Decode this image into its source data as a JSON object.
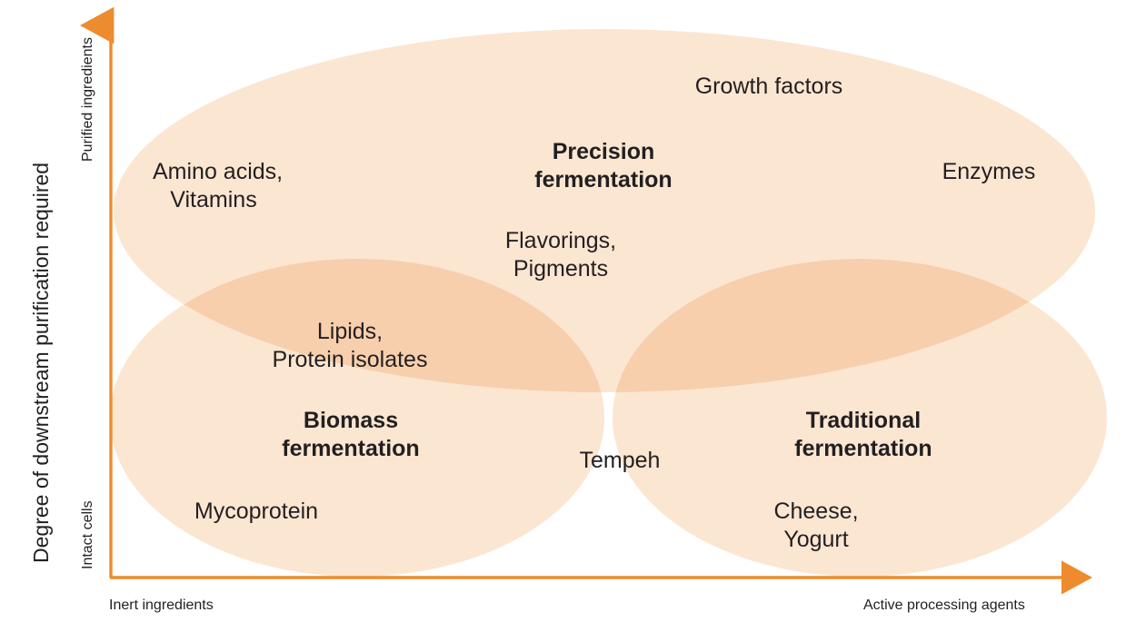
{
  "diagram": {
    "type": "venn-positioning",
    "axes": {
      "y": {
        "title": "Degree of downstream purification required",
        "low_label": "Intact cells",
        "high_label": "Purified ingredients",
        "color": "#ED8B2E",
        "direction": "up"
      },
      "x": {
        "low_label": "Inert ingredients",
        "high_label": "Active processing agents",
        "color": "#ED8B2E",
        "direction": "right"
      }
    },
    "colors": {
      "ellipse_fill": "#FBE6D2",
      "single_overlap": "#FDEFE0",
      "double_overlap": "#F7DFC2",
      "triple_overlap": "#F3D2AC",
      "axis_orange": "#ED8B2E",
      "text": "#231f20",
      "background": "#ffffff"
    },
    "zones": [
      {
        "id": "precision-fermentation",
        "label": "Precision\nfermentation",
        "position": "top",
        "items": [
          "Growth factors",
          "Amino acids,\nVitamins",
          "Enzymes",
          "Flavorings,\nPigments"
        ]
      },
      {
        "id": "biomass-fermentation",
        "label": "Biomass\nfermentation",
        "position": "bottom-left",
        "items": [
          "Mycoprotein"
        ]
      },
      {
        "id": "traditional-fermentation",
        "label": "Traditional\nfermentation",
        "position": "bottom-right",
        "items": [
          "Cheese,\nYogurt"
        ]
      }
    ],
    "overlaps": [
      {
        "id": "precision-biomass",
        "between": [
          "precision-fermentation",
          "biomass-fermentation"
        ],
        "items": [
          "Lipids,\nProtein isolates"
        ]
      },
      {
        "id": "precision-biomass-traditional",
        "between": [
          "precision-fermentation",
          "biomass-fermentation",
          "traditional-fermentation"
        ],
        "items": [
          "Tempeh"
        ]
      }
    ],
    "labels": {
      "growth_factors": "Growth factors",
      "amino_acids_vitamins": "Amino acids,\nVitamins",
      "precision_fermentation": "Precision\nfermentation",
      "enzymes": "Enzymes",
      "flavorings_pigments": "Flavorings,\nPigments",
      "lipids_protein_isolates": "Lipids,\nProtein isolates",
      "biomass_fermentation": "Biomass\nfermentation",
      "tempeh": "Tempeh",
      "traditional_fermentation": "Traditional\nfermentation",
      "mycoprotein": "Mycoprotein",
      "cheese_yogurt": "Cheese,\nYogurt",
      "y_axis_title": "Degree of downstream purification required",
      "y_axis_high": "Purified ingredients",
      "y_axis_low": "Intact cells",
      "x_axis_low": "Inert ingredients",
      "x_axis_high": "Active processing agents"
    }
  }
}
